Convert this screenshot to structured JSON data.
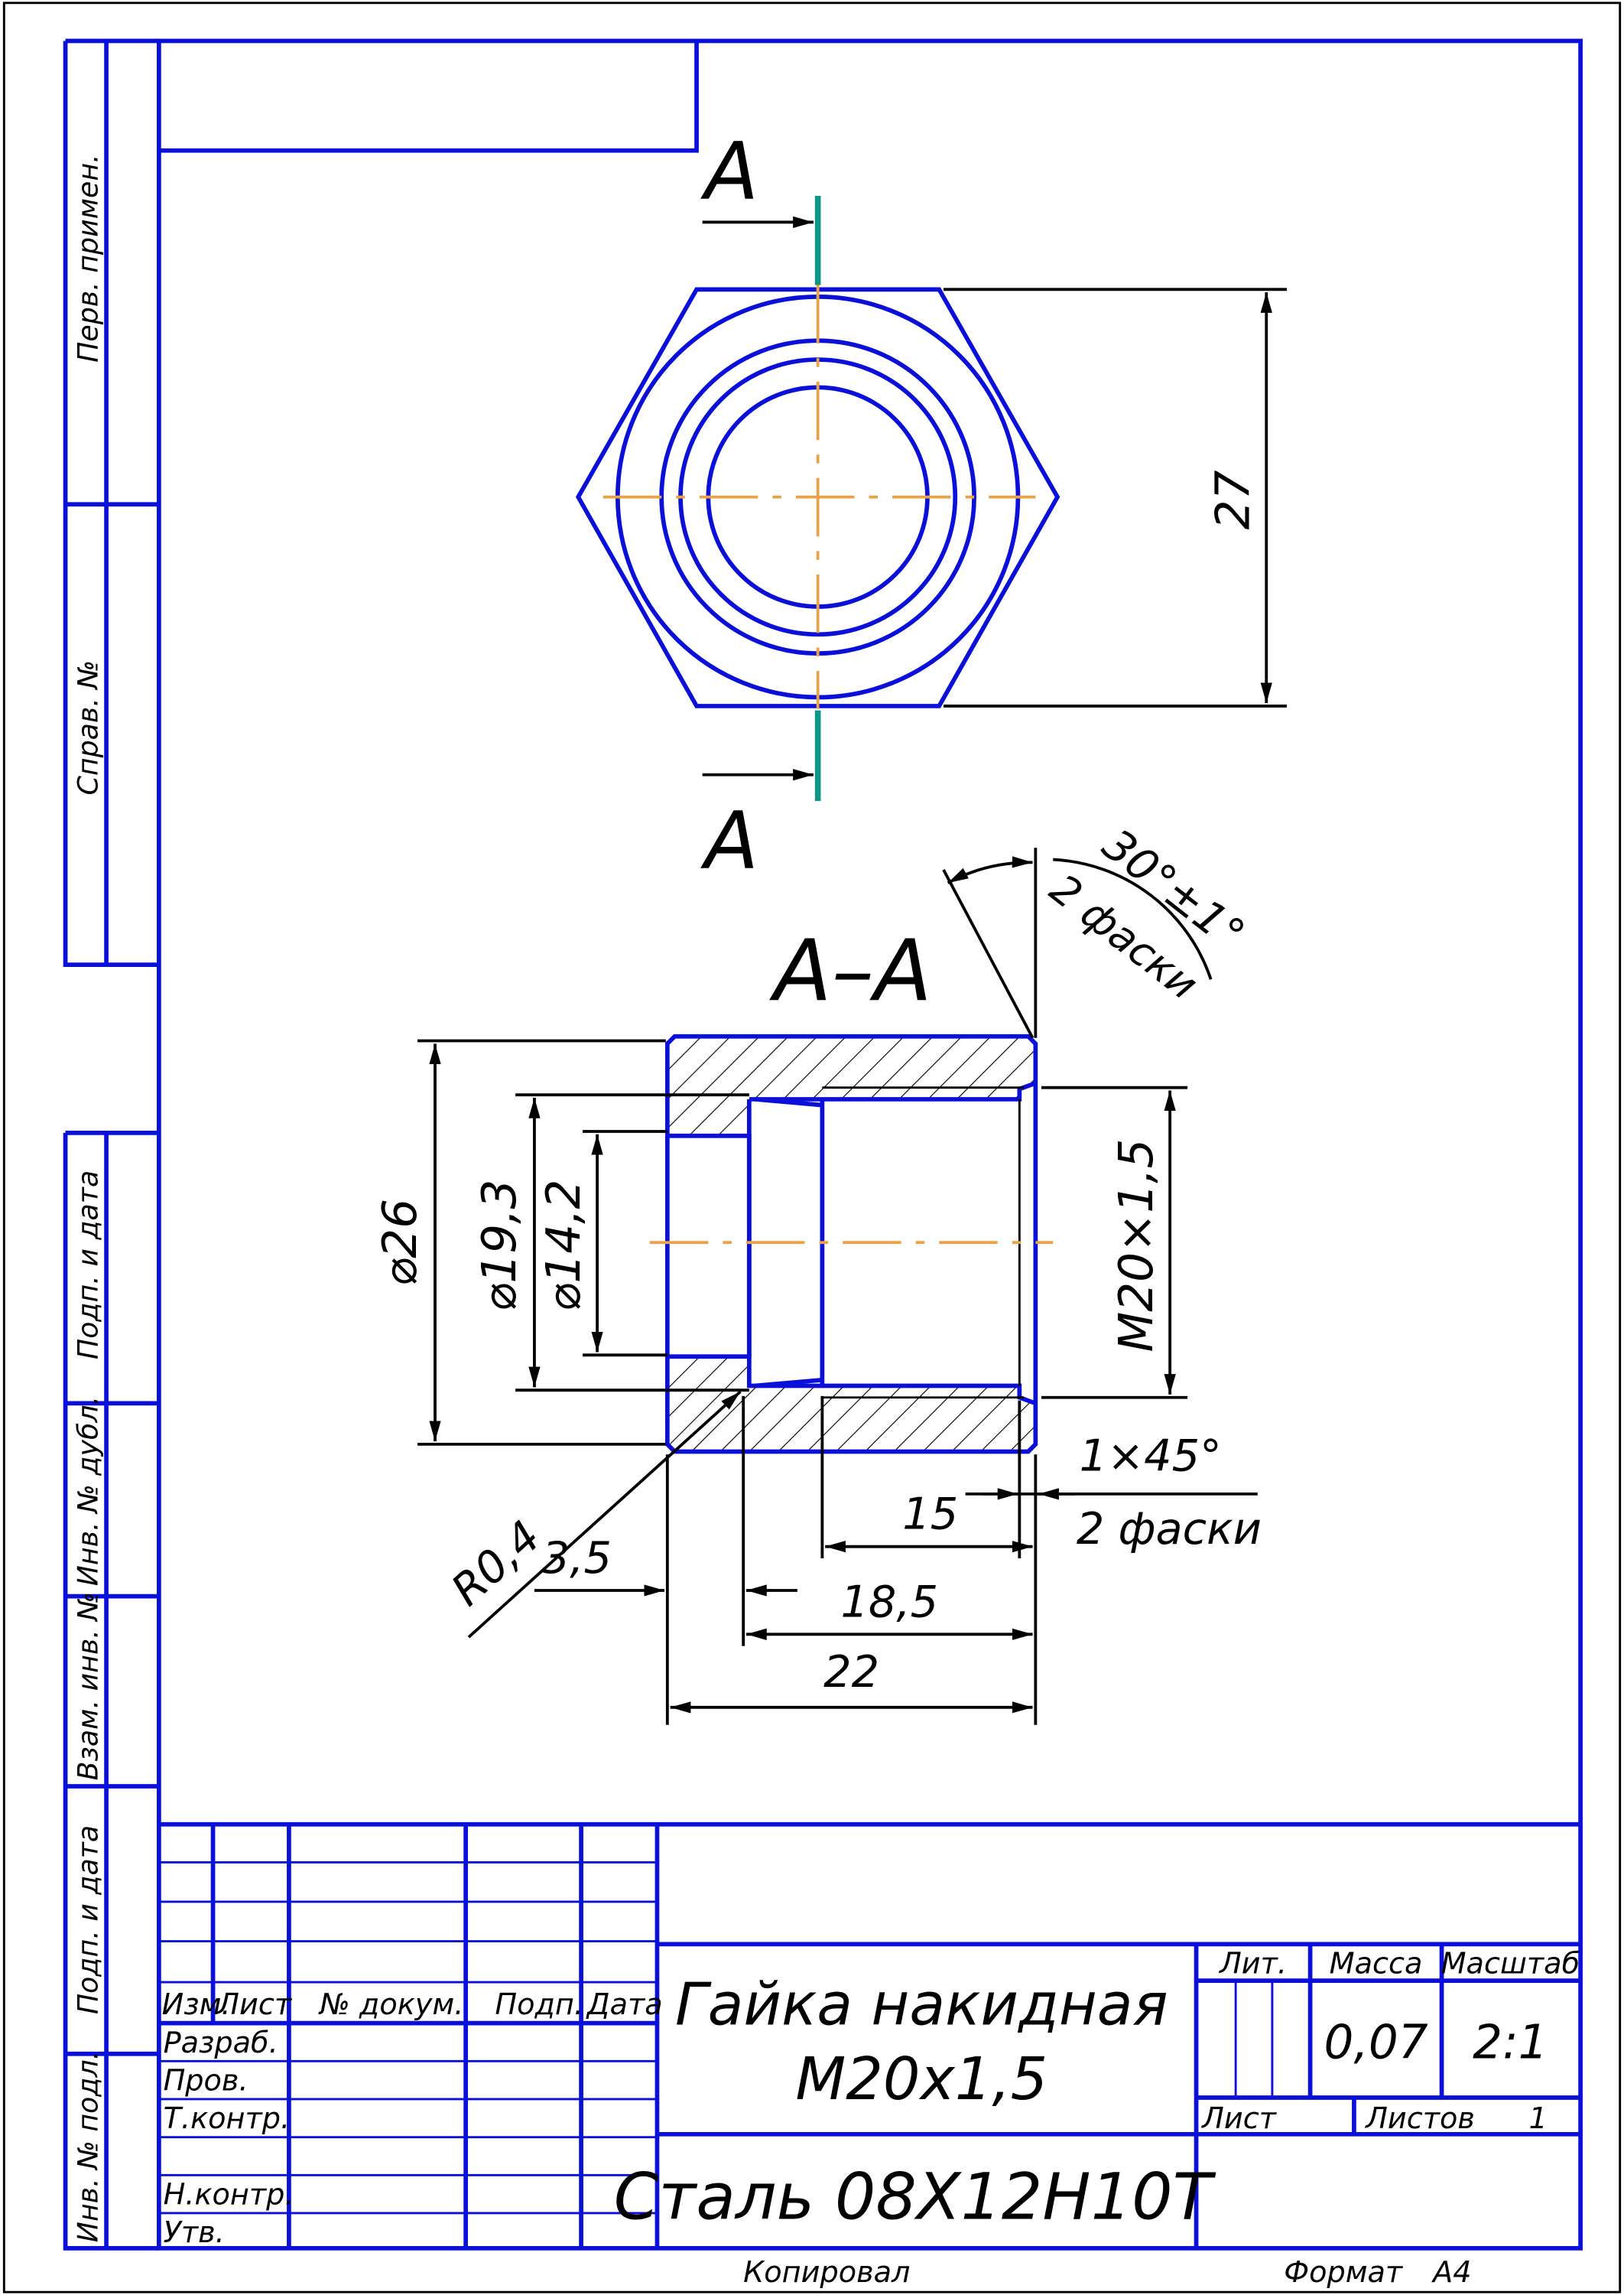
{
  "view": {
    "section_mark_top": "А",
    "section_mark_bottom": "А",
    "section_title": "А–А",
    "dim_across_flats": "27"
  },
  "dims": {
    "chamfer_angle": "30°±1°",
    "chamfer_angle_note": "2 фаски",
    "outer_diameter": "⌀26",
    "bore_diameter_1": "⌀19,3",
    "bore_diameter_2": "⌀14,2",
    "thread": "М20×1,5",
    "chamfer": "1×45°",
    "chamfer_note": "2 фаски",
    "radius": "R0,4",
    "len_3_5": "3,5",
    "len_15": "15",
    "len_18_5": "18,5",
    "len_22": "22"
  },
  "side_stamps": [
    "Перв. примен.",
    "Справ. №",
    "Подп. и дата",
    "Инв. № дубл.",
    "Взам. инв. №",
    "Подп. и дата",
    "Инв. № подл."
  ],
  "title_block": {
    "headers": [
      "Изм.",
      "Лист",
      "№ докум.",
      "Подп.",
      "Дата"
    ],
    "roles": [
      "Разраб.",
      "Пров.",
      "Т.контр.",
      "",
      "Н.контр.",
      "Утв."
    ],
    "name_line1": "Гайка накидная",
    "name_line2": "М20х1,5",
    "material": "Сталь 08Х12Н10Т",
    "lit_label": "Лит.",
    "mass_label": "Масса",
    "scale_label": "Масштаб",
    "mass": "0,07",
    "scale": "2:1",
    "sheet_label": "Лист",
    "sheets_label": "Листов",
    "sheets": "1"
  },
  "footer": {
    "copied": "Копировал",
    "format_label": "Формат",
    "format": "А4"
  },
  "colors": {
    "outline": "#0a10d8",
    "cutting_plane": "#0e9688",
    "centerline": "#e8a24a",
    "dimension": "#000000"
  }
}
